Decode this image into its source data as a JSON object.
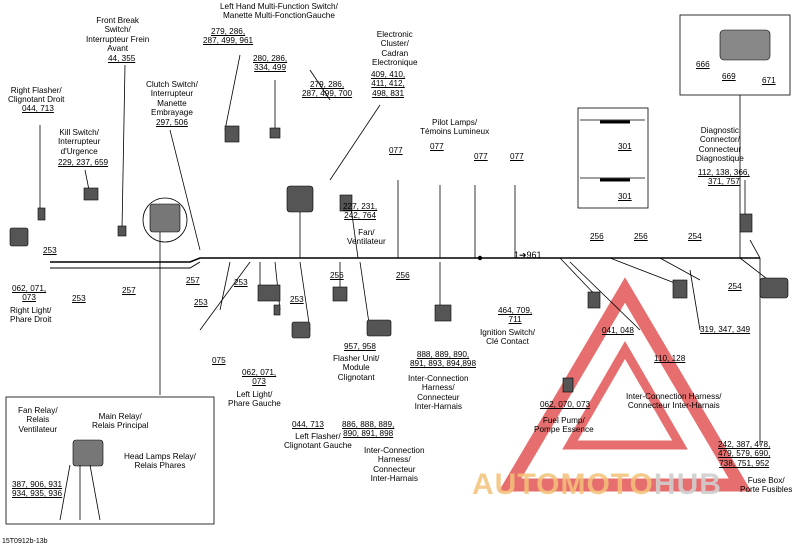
{
  "labels": {
    "front_break_switch": "Front Break\nSwitch/\nInterrupteur Frein\nAvant",
    "left_hand_switch": "Left Hand  Multi-Function Switch/\nManette Multi-FonctionGauche",
    "electronic_cluster": "Electronic\nCluster/\nCadran\nElectronique",
    "right_flasher": "Right Flasher/\nClignotant Droit",
    "clutch_switch": "Clutch Switch/\nInterrupteur\nManette\nEmbrayage",
    "kill_switch": "Kill Switch/\nInterrupteur\nd'Urgence",
    "pilot_lamps": "Pilot Lamps/\nTémoins Lumineux",
    "diagnostic_connector": "Diagnostic\nConnector/\nConnecteur\nDiagnostique",
    "fan": "Fan/\nVentilateur",
    "right_light": "Right Light/\nPhare Droit",
    "ignition_switch": "Ignition Switch/\nClé Contact",
    "flasher_unit": "Flasher Unit/\nModule\nClignotant",
    "interconnection_a": "Inter-Connection\nHarness/\nConnecteur\nInter-Harnais",
    "left_light": "Left Light/\nPhare Gauche",
    "interconnection_b": "Inter-Connection Harness/\nConnecteur Inter-Harnais",
    "fuel_pump": "Fuel Pump/\nPompe Essence",
    "left_flasher": "Left Flasher/\nClignotant Gauche",
    "interconnection_c": "Inter-Connection\nHarness/\nConnecteur\nInter-Harnais",
    "fuse_box": "Fuse Box/\nPorte Fusibles",
    "fan_relay": "Fan Relay/\nRelais\nVentilateur",
    "main_relay": "Main Relay/\nRelais Principal",
    "head_lamps_relay": "Head Lamps Relay/\nRelais Phares"
  },
  "refs": {
    "r1": [
      "44, 355"
    ],
    "r2": [
      "279, 286,",
      "287, 499, 961"
    ],
    "r3": [
      "280, 286,",
      "334, 499"
    ],
    "r4": [
      "279, 286,",
      "287, 499, 700"
    ],
    "r5": [
      "409, 410,",
      "411, 412,",
      "498, 831"
    ],
    "r6": [
      "044, 713"
    ],
    "r7": [
      "297, 506"
    ],
    "r8": [
      "229, 237, 659"
    ],
    "p077": "077",
    "r301": "301",
    "r9": [
      "112, 138, 366,",
      "371, 757"
    ],
    "r10": [
      "227, 231,",
      "242, 764"
    ],
    "r11": [
      "062, 071,",
      "073"
    ],
    "r12": [
      "464, 709,",
      "711"
    ],
    "r13": [
      "957, 958"
    ],
    "r14": [
      "888, 889, 890,",
      "891, 893, 894,898"
    ],
    "r15": [
      "062, 071,",
      "073"
    ],
    "r16": [
      "041, 048"
    ],
    "r17": [
      "110, 128"
    ],
    "r18": [
      "319, 347, 349"
    ],
    "r19": [
      "062, 070, 073"
    ],
    "r20": [
      "044, 713"
    ],
    "r21": [
      "886, 888, 889,",
      "890, 891, 898"
    ],
    "r22": [
      "242, 387, 478,",
      "479, 579, 690,",
      "738, 751, 952"
    ],
    "r23": [
      "387, 906, 931",
      "934, 935, 936"
    ],
    "r666": "666",
    "r669": "669",
    "r671": "671"
  },
  "wires": {
    "w253": "253",
    "w257": "257",
    "w256": "256",
    "w254": "254",
    "w075": "075",
    "w961": "1➔961"
  },
  "watermark": {
    "part1": "AUTOMOTO",
    "part2": "HUB"
  },
  "footer": {
    "code": "15T0912b-13b"
  }
}
